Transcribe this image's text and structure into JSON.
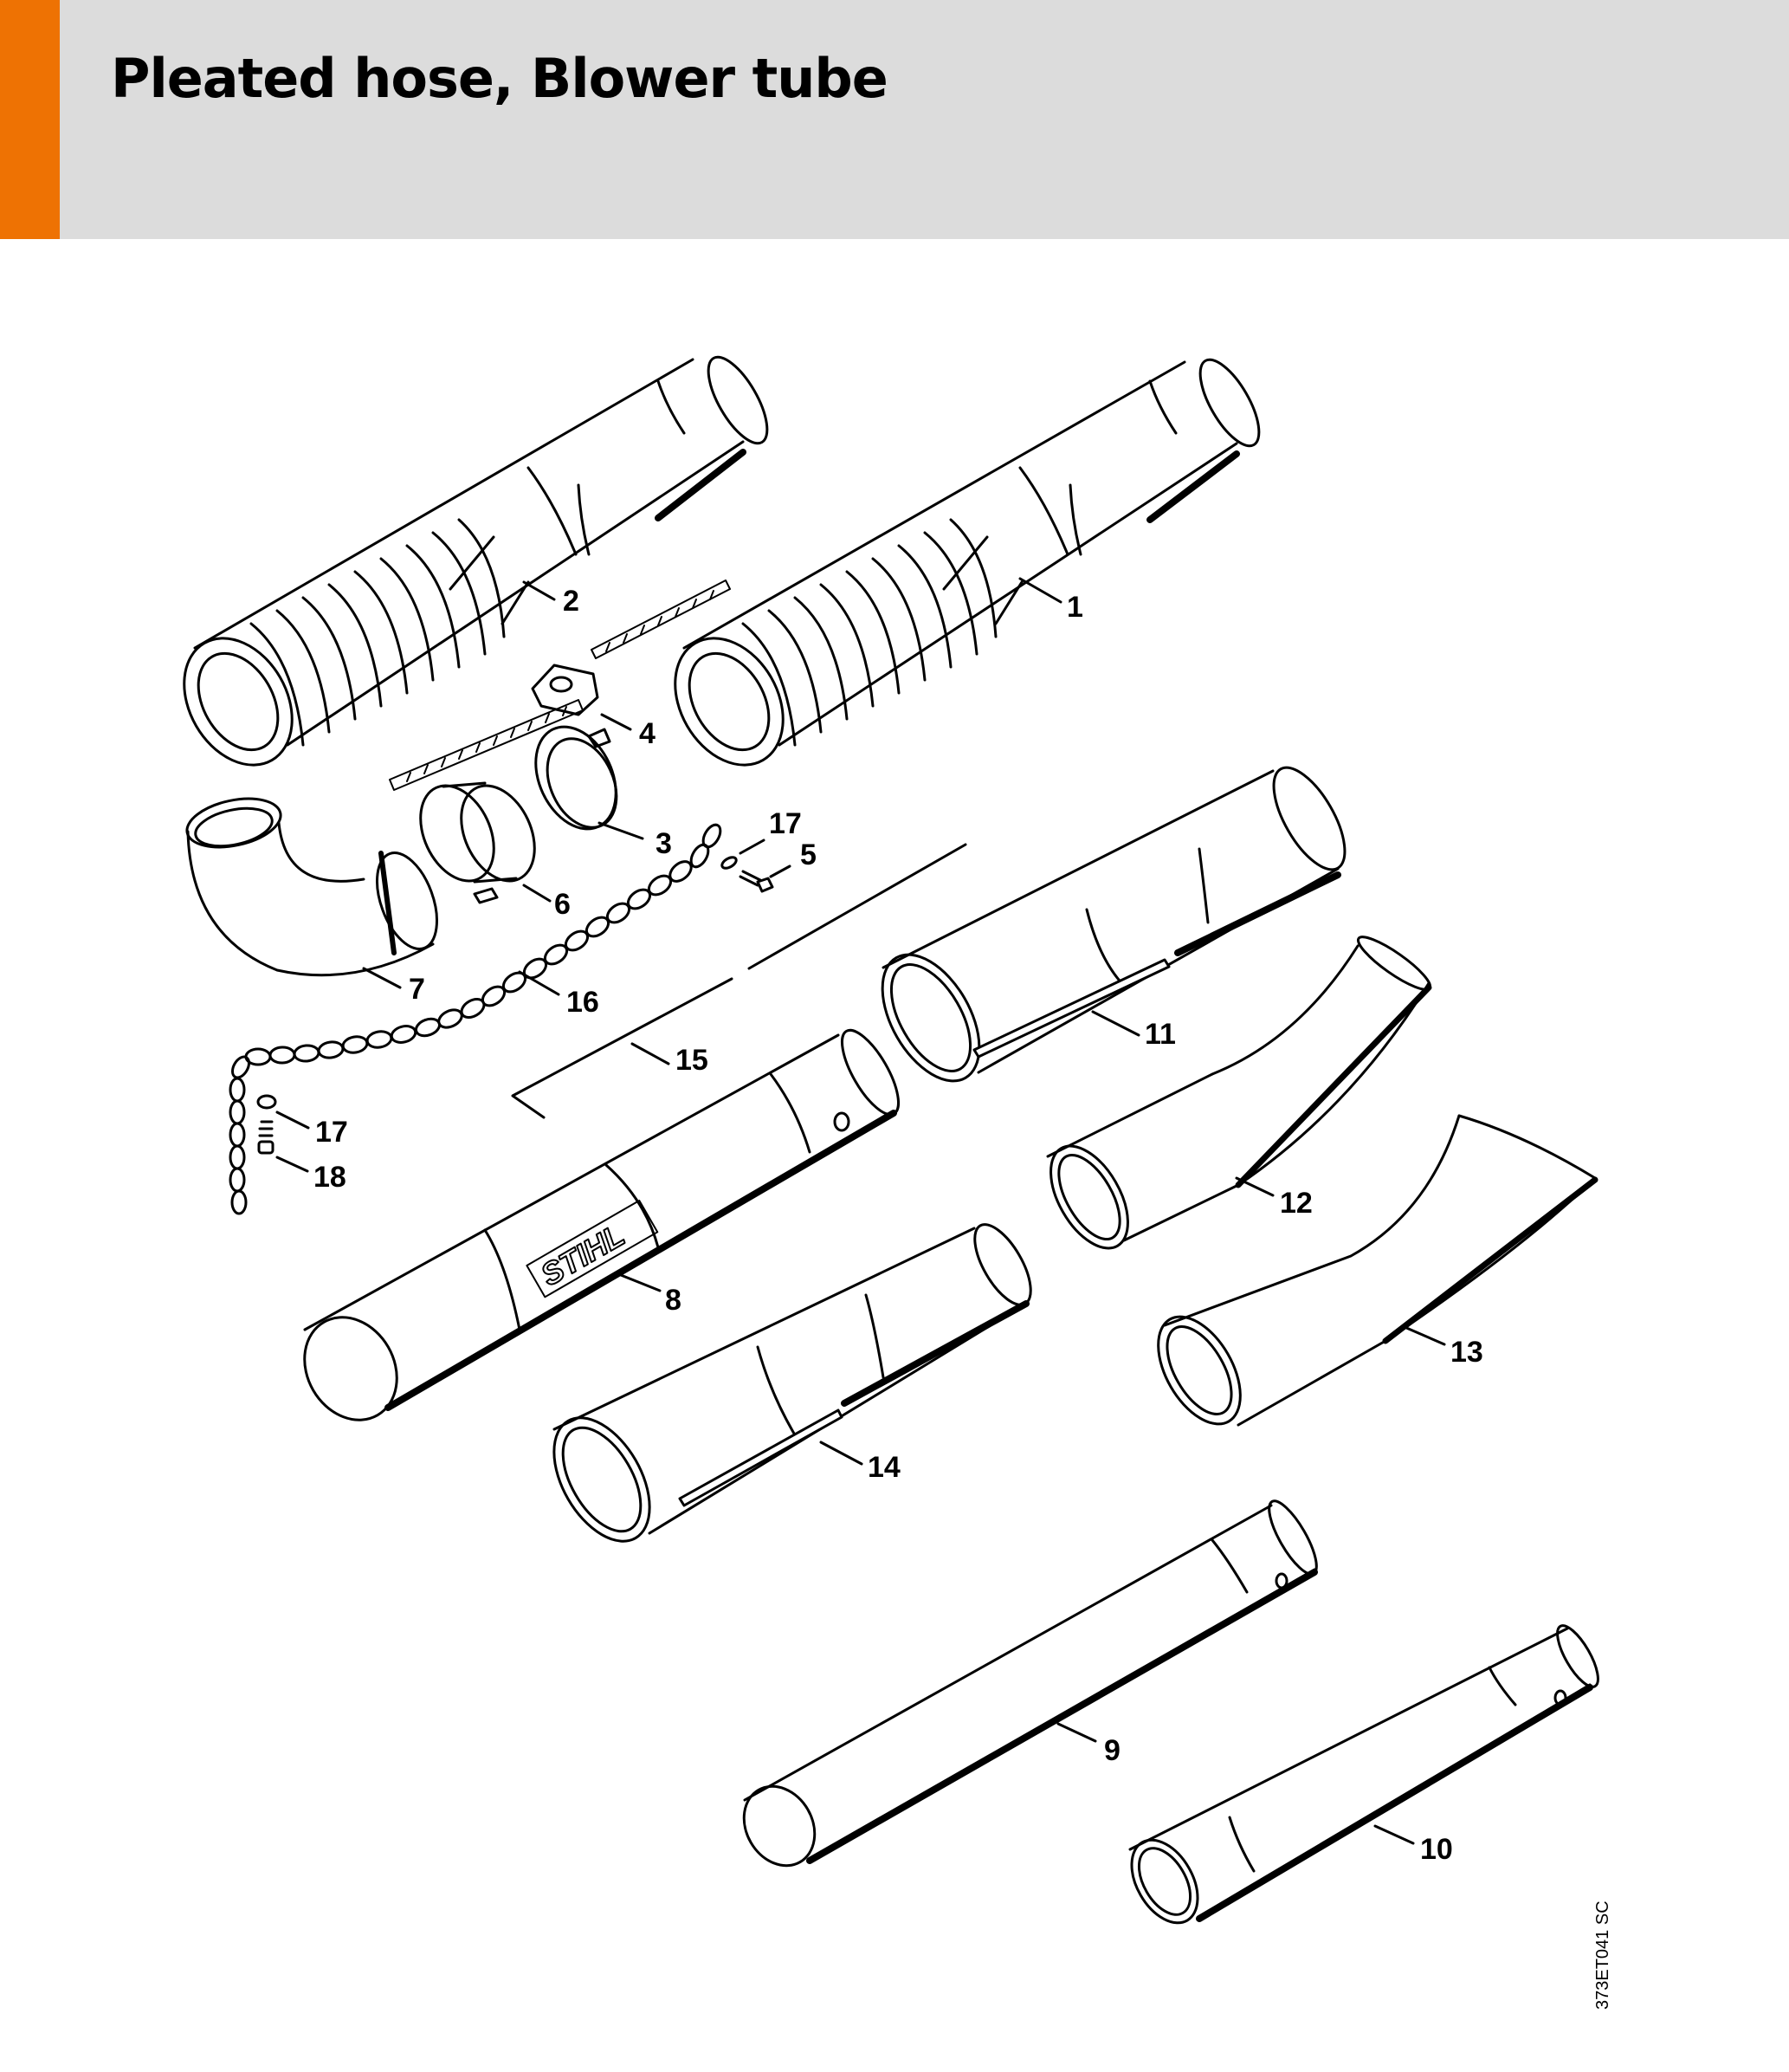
{
  "header": {
    "title": "Pleated hose, Blower tube",
    "accent_color": "#ee7203",
    "background_color": "#dcdcdc"
  },
  "callouts": {
    "c1": "1",
    "c2": "2",
    "c3": "3",
    "c4": "4",
    "c5": "5",
    "c6": "6",
    "c7": "7",
    "c8": "8",
    "c9": "9",
    "c10": "10",
    "c11": "11",
    "c12": "12",
    "c13": "13",
    "c14": "14",
    "c15": "15",
    "c16": "16",
    "c17a": "17",
    "c17b": "17",
    "c18": "18"
  },
  "brand_mark": "STIHL",
  "drawing_code": "373ET041 SC"
}
